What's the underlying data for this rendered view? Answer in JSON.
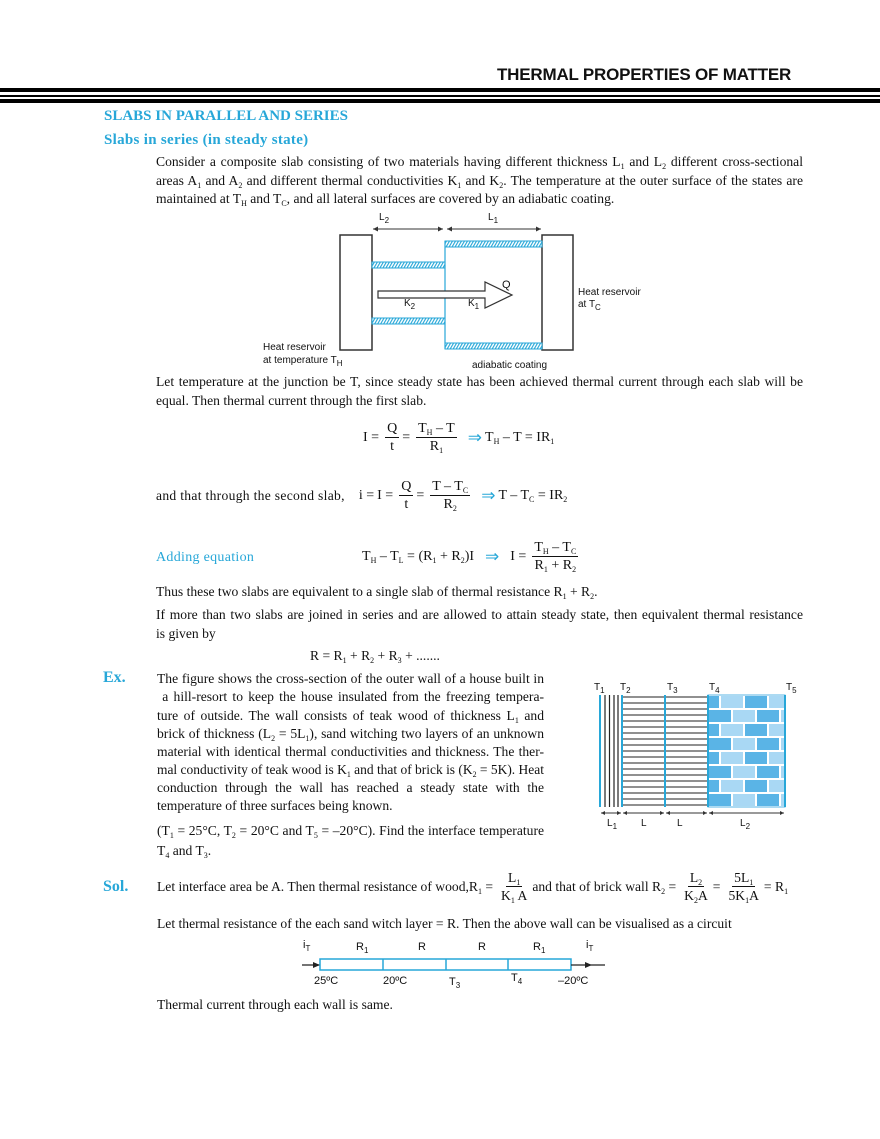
{
  "header": {
    "title": "THERMAL PROPERTIES OF MATTER"
  },
  "section": {
    "title": "SLABS IN PARALLEL AND SERIES",
    "subtitle": "Slabs in series (in steady state)"
  },
  "intro": {
    "lines": [
      "Consider a composite slab consisting of two materials having different thickness L_{1} and L_{2} different cross-sectional",
      "areas A_{1} and A_{2} and different thermal conductivities K_{1} and K_{2}. The temperature at the outer surface of the states are",
      "maintained at T_{H} and T_{C}, and all lateral surfaces are covered by an adiabatic coating."
    ]
  },
  "slab_figure": {
    "L2": "L_{2}",
    "L1": "L_{1}",
    "Q": "Q",
    "K2": "K_{2}",
    "K1": "K_{1}",
    "hot_line1": "Heat reservoir",
    "hot_line2": "at temperature T_{H}",
    "cold_line1": "Heat reservoir",
    "cold_line2": "at T_{C}",
    "coating": "adiabatic coating",
    "accent": "#27a7d8"
  },
  "junction": {
    "lines": [
      "Let temperature at the junction be T, since steady state has been achieved thermal current through each slab will be",
      "equal. Then thermal current through the first slab."
    ]
  },
  "eq1": {
    "lhs": "I =",
    "f1n": "Q",
    "f1d": "t",
    "eqs": "=",
    "f2n": "T_{H} – T",
    "f2d": "R_{1}",
    "implies": "⇒",
    "rhs": "T_{H} – T = IR_{1}"
  },
  "eq2": {
    "intro": "and that through the second slab,",
    "i": "i =",
    "lhs": "I =",
    "f1n": "Q",
    "f1d": "t",
    "eqs": "=",
    "f2n": "T – T_{C}",
    "f2d": "R_{2}",
    "implies": "⇒",
    "rhs": "T – T_{C} = IR_{2}"
  },
  "eq3": {
    "label": "Adding equation",
    "lhs": "T_{H} – T_{L} = (R_{1} + R_{2})I",
    "implies": "⇒",
    "i": "I =",
    "fn": "T_{H} – T_{C}",
    "fd": "R_{1} + R_{2}"
  },
  "conclusion": {
    "line1": "Thus these two slabs are equivalent to a single slab of thermal resistance R_{1} + R_{2}.",
    "line2": "If more than two slabs are joined in series and are allowed to attain steady state, then equivalent thermal resistance",
    "line3": "is given by",
    "formula": "R = R_{1} + R_{2} + R_{3} + ......."
  },
  "example": {
    "label": "Ex.",
    "lines": [
      "The figure shows the cross-section of the outer wall of a house built in",
      " a hill-resort to keep the house insulated from the freezing tempera-",
      "ture of outside. The wall consists of teak wood of thickness L_{1} and",
      "brick of thickness (L_{2} = 5L_{1}), sand witching two layers of an unknown",
      "material with identical thermal conductivities and thickness. The ther-",
      "mal conductivity of teak wood is K_{1} and that of brick is (K_{2} = 5K). Heat",
      "conduction through the wall has reached a steady state with the",
      "temperature of three surfaces being known."
    ],
    "given1": "(T_{1} = 25°C, T_{2} = 20°C and T_{5} = –20°C). Find the interface temperature",
    "given2": "T_{4} and T_{3}."
  },
  "wall_figure": {
    "top_labels": [
      "T_{1}",
      "T_{2}",
      "T_{3}",
      "T_{4}",
      "T_{5}"
    ],
    "bottom_labels": [
      "L_{1}",
      "L",
      "L",
      "L_{2}"
    ],
    "brick_color": "#5ab4e6",
    "brick_light": "#a9d8f4"
  },
  "solution": {
    "label": "Sol.",
    "text1": "Let interface area be A. Then thermal resistance of wood,R_{1} =",
    "f1n": "L_{1}",
    "f1d": "K_{1} A",
    "text2": "and that of brick wall R_{2} =",
    "f2n": "L_{2}",
    "f2d": "K_{2}A",
    "eqs": "=",
    "f3n": "5L_{1}",
    "f3d": "5K_{1}A",
    "tail": "= R_{1}",
    "line2": "Let thermal resistance of the each sand witch layer = R. Then the above wall can be visualised as a circuit",
    "line3": "Thermal current through each wall is same."
  },
  "circuit": {
    "top_labels": [
      "i_{T}",
      "R_{1}",
      "R",
      "R",
      "R_{1}",
      "i_{T}"
    ],
    "bottom_labels": [
      "25ºC",
      "20ºC",
      "T_{3}",
      "T_{4}",
      "–20ºC"
    ]
  }
}
